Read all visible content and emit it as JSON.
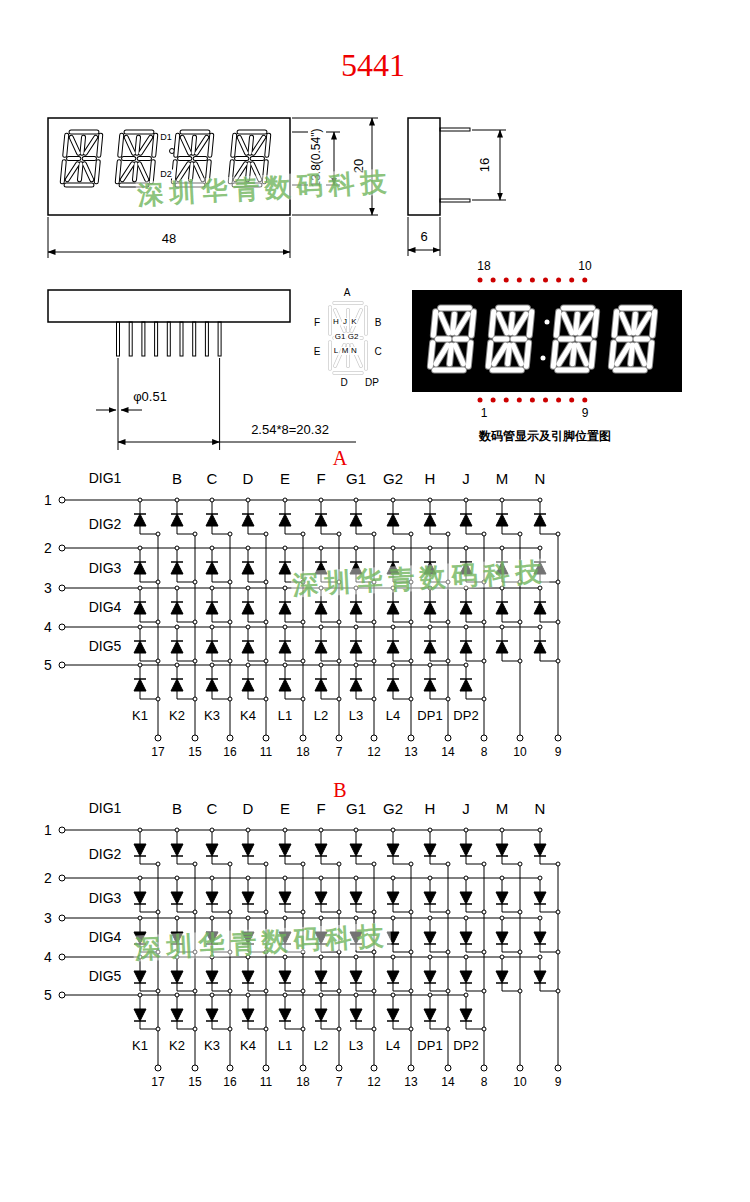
{
  "diagram": {
    "title": "5441",
    "labels": [
      "D1",
      "D2",
      "13.8(0.54\")",
      "20",
      "48",
      "16",
      "6",
      "深圳华青数码科技",
      "A",
      "F",
      "H",
      "J",
      "K",
      "B",
      "G1",
      "G2",
      "E",
      "L",
      "M",
      "N",
      "C",
      "D",
      "DP",
      "18",
      "10",
      "1",
      "9",
      "数码管显示及引脚位置图",
      "φ0.51",
      "2.54*8=20.32",
      "A",
      "DIG1",
      "B",
      "C",
      "D",
      "E",
      "F",
      "G1",
      "G2",
      "H",
      "J",
      "M",
      "N",
      "1",
      "DIG2",
      "2",
      "DIG3",
      "3",
      "DIG4",
      "4",
      "DIG5",
      "5",
      "深圳华青数码科技",
      "K1",
      "K2",
      "K3",
      "K4",
      "L1",
      "L2",
      "L3",
      "L4",
      "DP1",
      "DP2",
      "17",
      "15",
      "16",
      "11",
      "18",
      "7",
      "12",
      "13",
      "14",
      "8",
      "10",
      "9",
      "B",
      "DIG1",
      "B",
      "C",
      "D",
      "E",
      "F",
      "G1",
      "G2",
      "H",
      "J",
      "M",
      "N",
      "1",
      "DIG2",
      "2",
      "DIG3",
      "3",
      "DIG4",
      "4",
      "DIG5",
      "5",
      "深圳华青数码科技",
      "K1",
      "K2",
      "K3",
      "K4",
      "L1",
      "L2",
      "L3",
      "L4",
      "DP1",
      "DP2",
      "17",
      "15",
      "16",
      "11",
      "18",
      "7",
      "12",
      "13",
      "14",
      "8",
      "10",
      "9"
    ]
  }
}
